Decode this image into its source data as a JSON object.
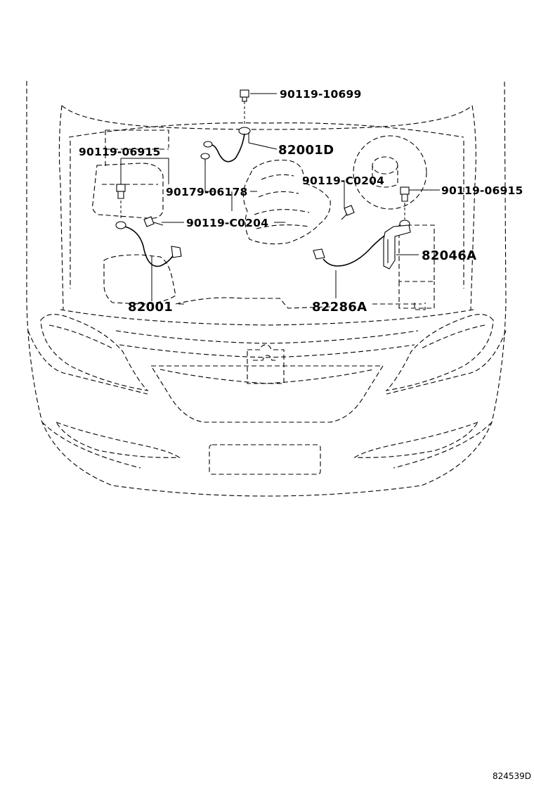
{
  "diagram": {
    "callouts": {
      "bolt_top": "90119-10699",
      "bolt_left": "90119-06915",
      "wire_top": "82001D",
      "screw_mid": "90179-06178",
      "bolt_center_right": "90119-C0204",
      "bolt_right": "90119-06915",
      "bolt_center_left": "90119-C0204",
      "bracket_right": "82046A",
      "wire_left": "82001",
      "wire_right": "82286A"
    },
    "figure_code": "824539D"
  }
}
